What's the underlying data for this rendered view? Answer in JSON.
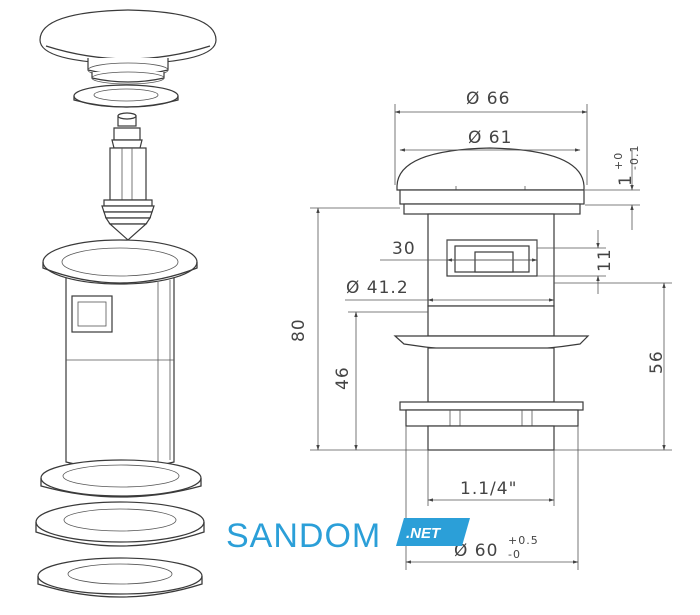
{
  "dimensions": {
    "d66": "Ø 66",
    "d61": "Ø 61",
    "tol_top": "1",
    "tol_top_sup": "+0",
    "tol_top_sub": "-0.1",
    "w30": "30",
    "d41": "Ø 41.2",
    "h11": "11",
    "h80": "80",
    "h46": "46",
    "h56": "56",
    "thread": "1.1/4\"",
    "d60": "Ø 60",
    "d60_sup": "+0.5",
    "d60_sub": "-0"
  },
  "watermark": {
    "brand": "SANDOM",
    "suffix": ".NET",
    "brand_color": "#2b9fd8"
  }
}
